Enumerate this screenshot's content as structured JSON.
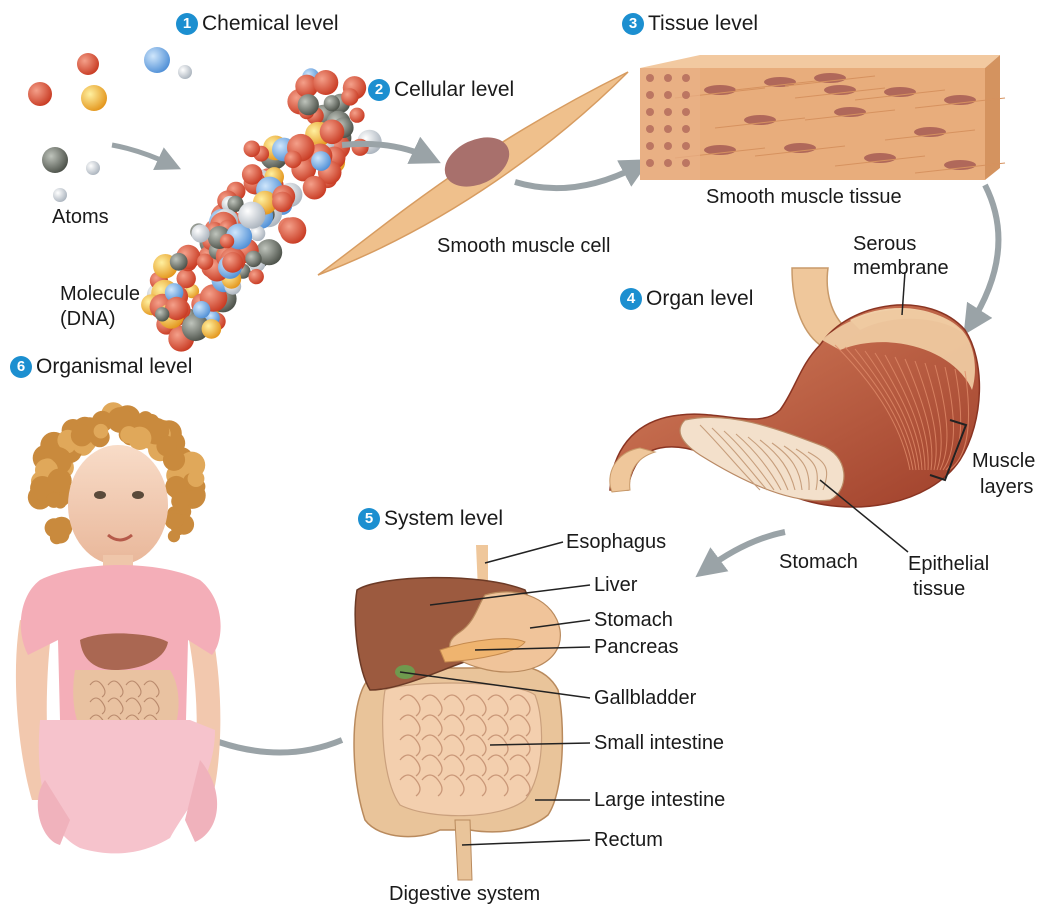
{
  "levels": [
    {
      "num": "1",
      "label": "Chemical level"
    },
    {
      "num": "2",
      "label": "Cellular level"
    },
    {
      "num": "3",
      "label": "Tissue level"
    },
    {
      "num": "4",
      "label": "Organ level"
    },
    {
      "num": "5",
      "label": "System level"
    },
    {
      "num": "6",
      "label": "Organismal level"
    }
  ],
  "labels": {
    "atoms": "Atoms",
    "molecule": "Molecule\n(DNA)",
    "molecule_line1": "Molecule",
    "molecule_line2": "(DNA)",
    "smooth_muscle_cell": "Smooth muscle cell",
    "smooth_muscle_tissue": "Smooth muscle tissue",
    "serous_line1": "Serous",
    "serous_line2": "membrane",
    "muscle_line1": "Muscle",
    "muscle_line2": "layers",
    "stomach_organ": "Stomach",
    "epithelial_line1": "Epithelial",
    "epithelial_line2": "tissue",
    "esophagus": "Esophagus",
    "liver": "Liver",
    "stomach_system": "Stomach",
    "pancreas": "Pancreas",
    "gallbladder": "Gallbladder",
    "small_intestine": "Small intestine",
    "large_intestine": "Large intestine",
    "rectum": "Rectum",
    "digestive_system": "Digestive system"
  },
  "colors": {
    "badge": "#1c8fd0",
    "muscle": "#b5533c",
    "tissue": "#e9b684",
    "cell": "#efc08c",
    "nucleus": "#a8706c",
    "arrow": "#9aa3a7"
  }
}
